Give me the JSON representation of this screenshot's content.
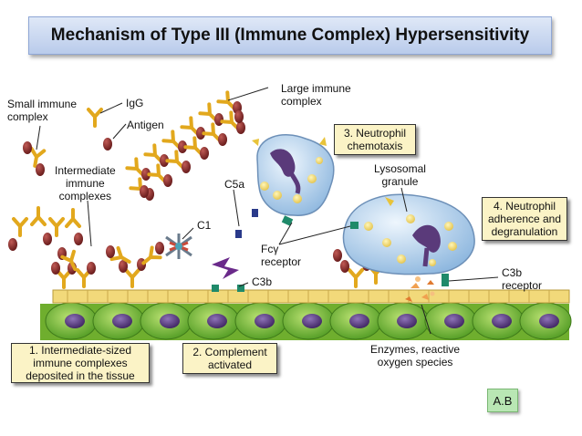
{
  "title": "Mechanism of Type III (Immune Complex) Hypersensitivity",
  "labels": {
    "small_complex": "Small immune\ncomplex",
    "igg": "IgG",
    "antigen": "Antigen",
    "large_complex": "Large immune\ncomplex",
    "intermediate": "Intermediate\nimmune\ncomplexes",
    "c5a": "C5a",
    "c1": "C1",
    "fc_receptor": "Fcγ\nreceptor",
    "c3b": "C3b",
    "lysosomal": "Lysosomal\ngranule",
    "c3b_receptor": "C3b\nreceptor",
    "enzymes": "Enzymes, reactive\noxygen species"
  },
  "steps": {
    "step1": "1. Intermediate-sized\nimmune complexes\ndeposited in the tissue",
    "step2": "2. Complement\nactivated",
    "step3": "3. Neutrophil\nchemotaxis",
    "step4": "4. Neutrophil\nadherence and\ndegranulation"
  },
  "credit": "A.B",
  "colors": {
    "antibody": "#e2a81d",
    "antigen": "#8a2a2a",
    "cell": "#7fbf3a",
    "nucleus": "#5a3a7a",
    "membrane": "#f2d97a",
    "neutrophil": "#b9d4ee",
    "box": "#fbf3c6"
  }
}
